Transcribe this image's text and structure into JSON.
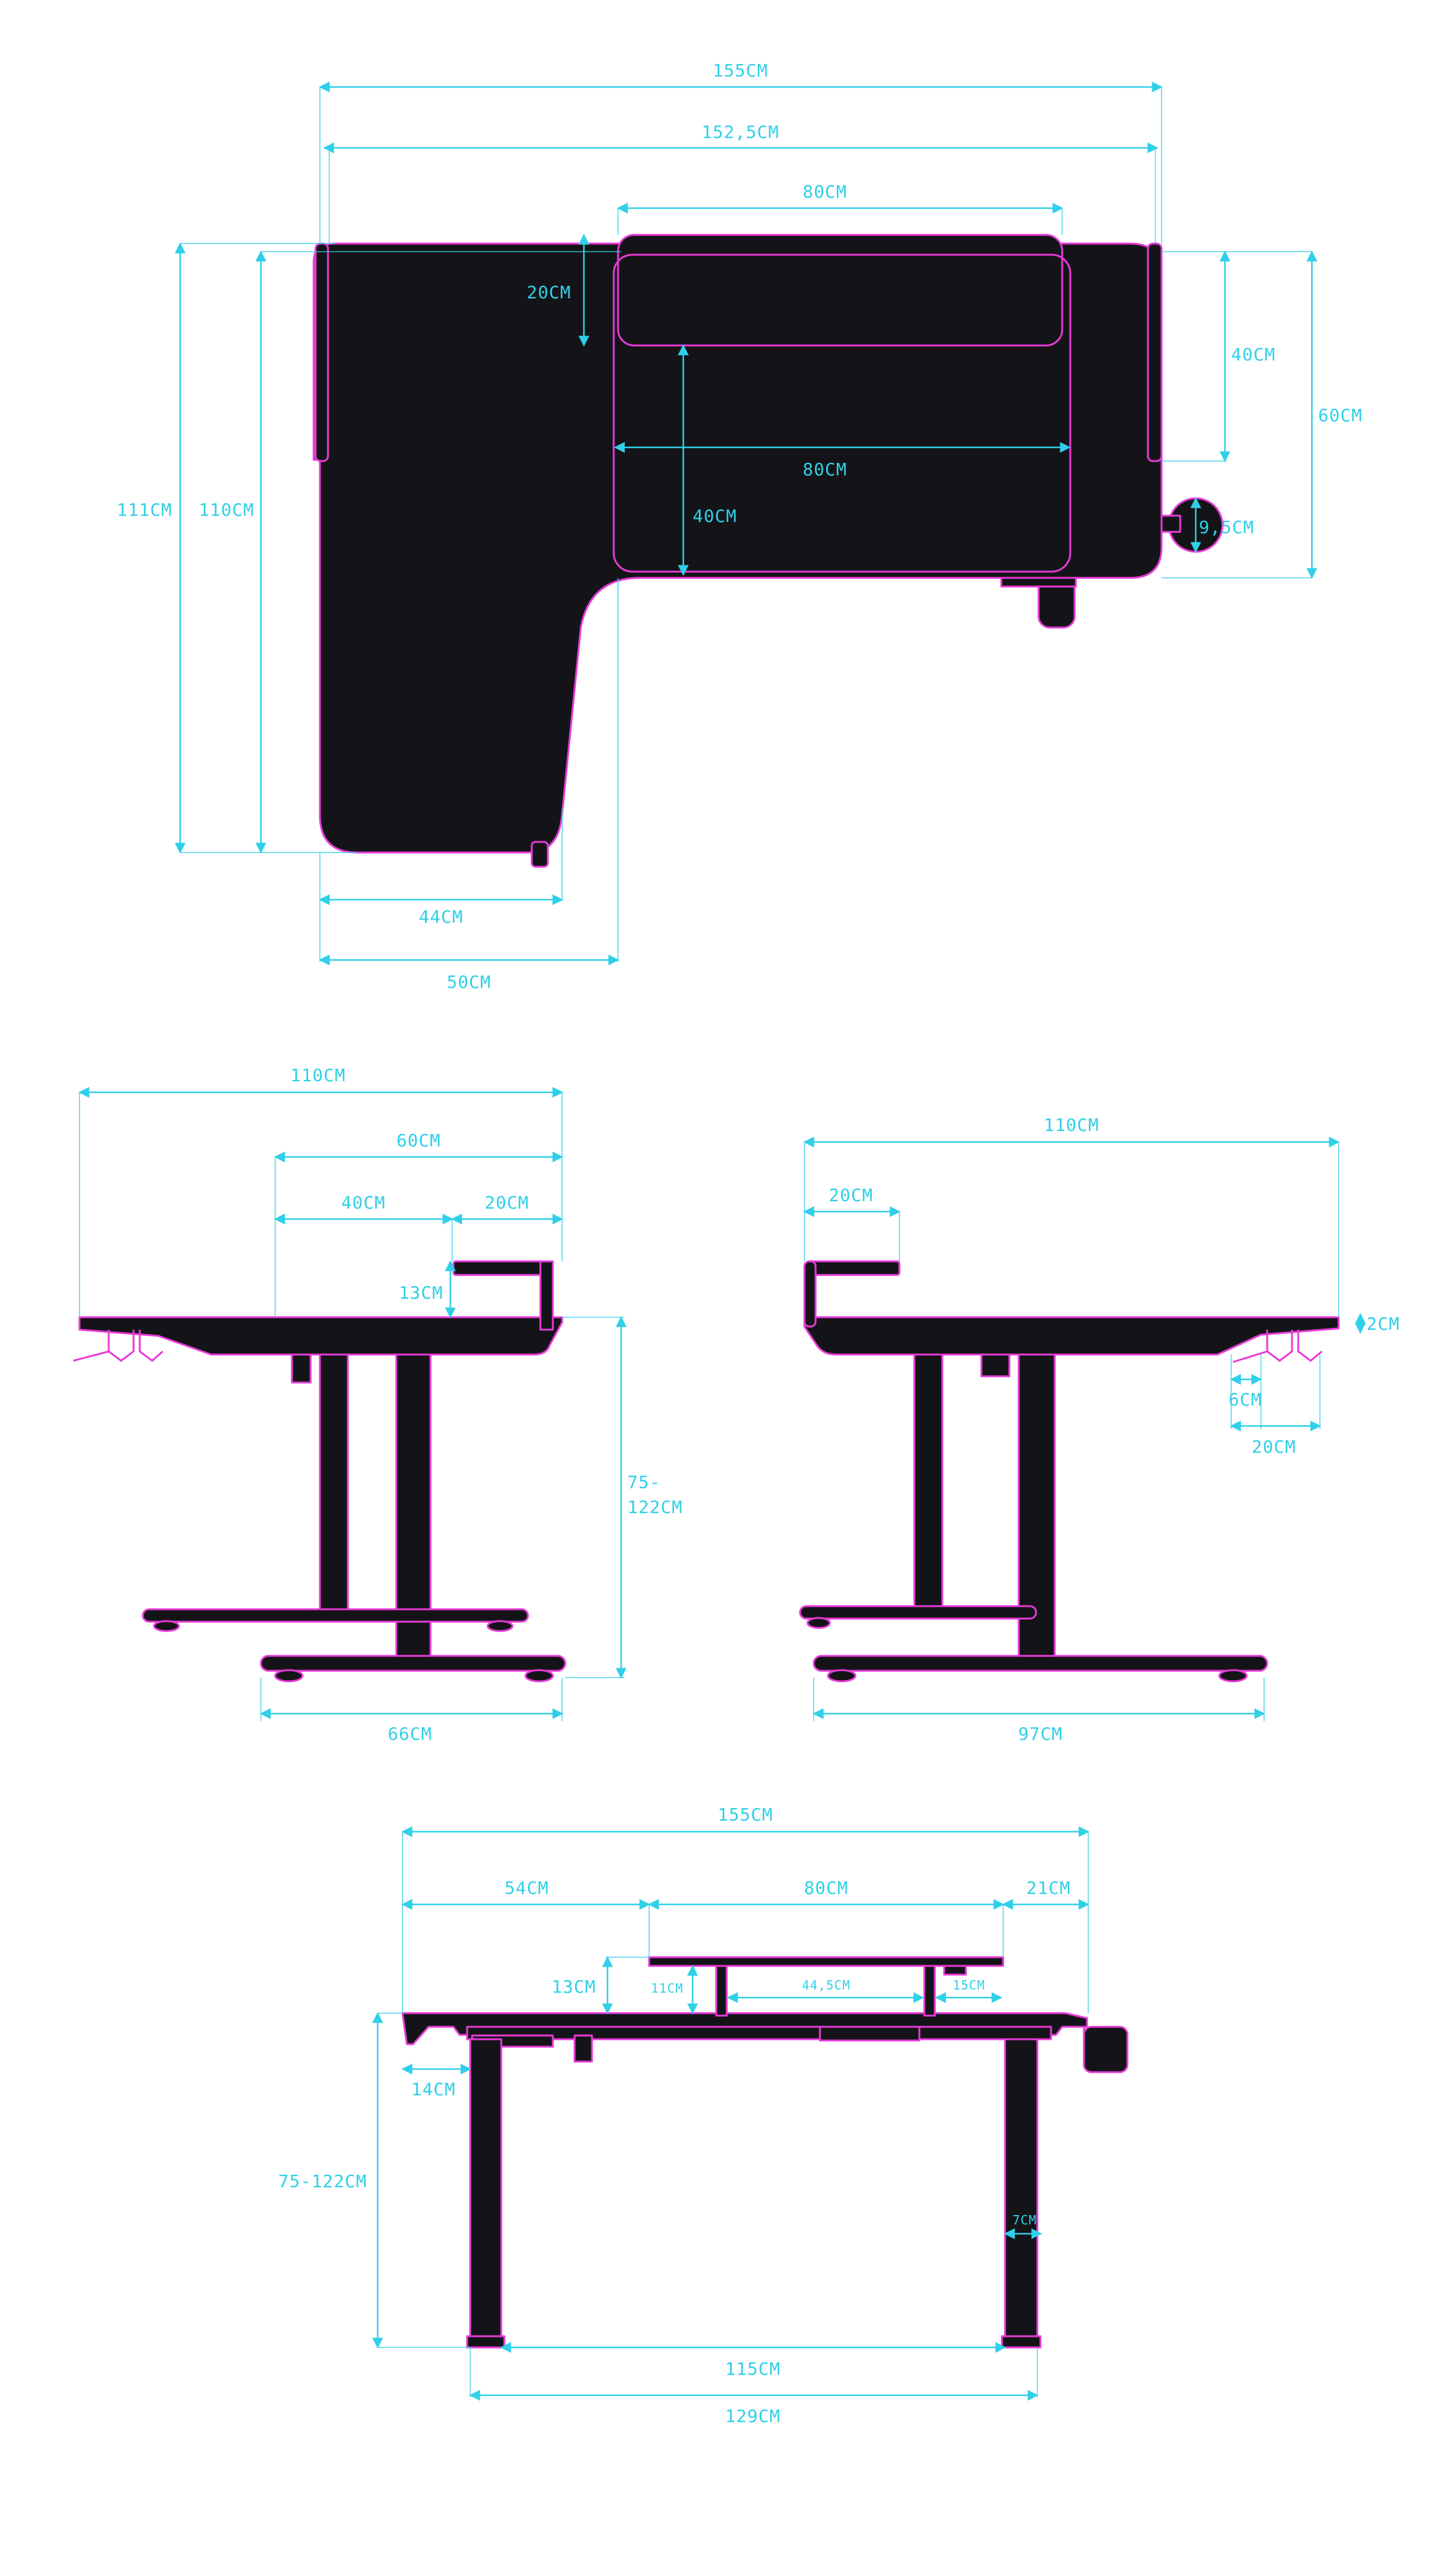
{
  "colors": {
    "desk": "#141418",
    "outline": "#e83ad8",
    "dimension": "#2fd0e8",
    "background": "#ffffff"
  },
  "top_view": {
    "total_width": "155CM",
    "top_width": "152,5CM",
    "shelf_width": "80CM",
    "shelf_depth": "20CM",
    "well_width": "80CM",
    "well_depth": "40CM",
    "right_depth": "40CM",
    "total_depth": "60CM",
    "cup_holder": "9,5CM",
    "left_depth_outer": "111CM",
    "left_depth_inner": "110CM",
    "wing_width_inner": "44CM",
    "wing_width_outer": "50CM"
  },
  "side_left": {
    "total": "110CM",
    "desk_depth": "60CM",
    "shelf_offset": "40CM",
    "shelf_depth": "20CM",
    "shelf_height": "13CM",
    "height_range_line1": "75-",
    "height_range_line2": "122CM",
    "foot_length": "66CM"
  },
  "side_right": {
    "total": "110CM",
    "shelf_depth": "20CM",
    "top_thickness": "2CM",
    "hook_small": "6CM",
    "hook_large": "20CM",
    "foot_length": "97CM"
  },
  "front_view": {
    "total_width": "155CM",
    "left_segment": "54CM",
    "middle_segment": "80CM",
    "right_segment": "21CM",
    "shelf_height": "13CM",
    "shelf_clearance": "11CM",
    "inner_span": "44,5CM",
    "right_gap": "15CM",
    "left_overhang": "14CM",
    "height_range": "75-122CM",
    "leg_width": "7CM",
    "inner_leg_span": "115CM",
    "outer_leg_span": "129CM"
  }
}
